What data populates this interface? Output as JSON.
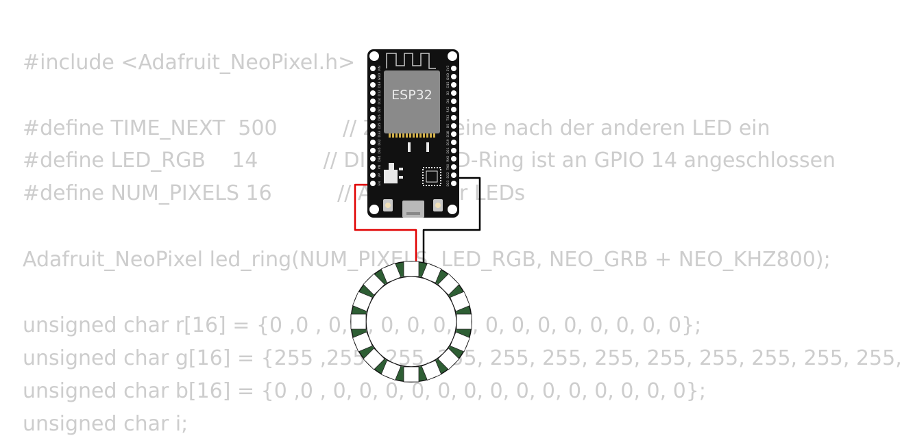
{
  "code": {
    "lines": [
      "#include <Adafruit_NeoPixel.h>",
      "",
      "#define TIME_NEXT  500          // Zeit, wo eine nach der anderen LED ein",
      "#define LED_RGB    14          // DIN des LED-Ring ist an GPIO 14 angeschlossen",
      "#define NUM_PIXELS 16          // Anzahl der LEDs",
      "",
      "Adafruit_NeoPixel led_ring(NUM_PIXELS, LED_RGB, NEO_GRB + NEO_KHZ800);",
      "",
      "unsigned char r[16] = {0 ,0 , 0, 0, 0, 0, 0, 0, 0, 0, 0, 0, 0, 0, 0, 0};",
      "unsigned char g[16] = {255 ,255 , 255, 255, 255, 255, 255, 255, 255, 255, 255, 255,",
      "unsigned char b[16] = {0 ,0 , 0, 0, 0, 0, 0, 0, 0, 0, 0, 0, 0, 0, 0, 0};",
      "unsigned char i;"
    ]
  },
  "board": {
    "chip_label": "ESP32",
    "left_pins": [
      "VIN",
      "GND",
      "D13",
      "D12",
      "D14",
      "D27",
      "D26",
      "D25",
      "D33",
      "D32",
      "D35",
      "D34",
      "VN",
      "VP",
      "EN"
    ],
    "right_pins": [
      "3V3",
      "GND",
      "D15",
      "D2",
      "D4",
      "RX2",
      "TX2",
      "D5",
      "D18",
      "D19",
      "D21",
      "RX0",
      "TX0",
      "D22",
      "D23"
    ],
    "colors": {
      "pcb": "#111111",
      "chip": "#8a8a8a",
      "led_ring": "#2e5e34"
    }
  },
  "wires": {
    "power_color": "#e00000",
    "ground_color": "#000000"
  },
  "led_ring": {
    "pixel_count": 16
  }
}
